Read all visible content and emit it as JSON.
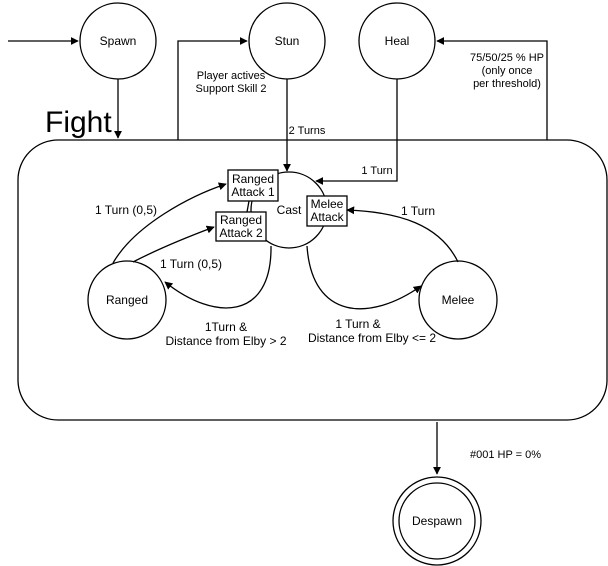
{
  "frame": {
    "title": "Fight"
  },
  "states": {
    "spawn": "Spawn",
    "stun": "Stun",
    "heal": "Heal",
    "cast": "Cast",
    "ranged": "Ranged",
    "melee": "Melee",
    "despawn": "Despawn"
  },
  "actions": {
    "ranged_attack_1": [
      "Ranged",
      "Attack 1"
    ],
    "ranged_attack_2": [
      "Ranged",
      "Attack 2"
    ],
    "melee_attack": [
      "Melee",
      "Attack"
    ]
  },
  "transitions": {
    "stun_trigger": [
      "Player actives",
      "Support Skill 2"
    ],
    "stun_duration": "2 Turns",
    "heal_trigger": [
      "75/50/25 % HP",
      "(only once",
      "per threshold)"
    ],
    "heal_duration": "1 Turn",
    "ranged_to_attack_1": "1 Turn (0,5)",
    "ranged_to_attack_2": "1 Turn (0,5)",
    "melee_to_cast": "1 Turn",
    "cast_to_ranged": [
      "1Turn &",
      "Distance from Elby > 2"
    ],
    "cast_to_melee": [
      "1 Turn &",
      "Distance from Elby <= 2"
    ],
    "fight_to_despawn": "#001 HP = 0%"
  }
}
